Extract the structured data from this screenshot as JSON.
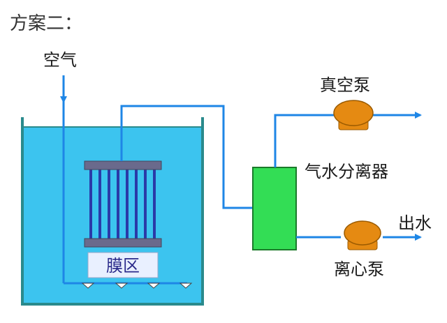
{
  "title": "方案二：",
  "labels": {
    "air": "空气",
    "vacuum_pump": "真空泵",
    "separator": "气水分离器",
    "water_out": "出水",
    "centrifugal_pump": "离心泵",
    "membrane_zone": "膜区"
  },
  "colors": {
    "pipe": "#1e86e6",
    "tank_water": "#3cc4ef",
    "tank_wall": "#2a8a8c",
    "separator": "#33dd55",
    "pump": "#e58a12",
    "membrane_plate": "#6a6a8c",
    "membrane_tube": "#2a3aa8",
    "zone_box": "#e9f0ff"
  }
}
